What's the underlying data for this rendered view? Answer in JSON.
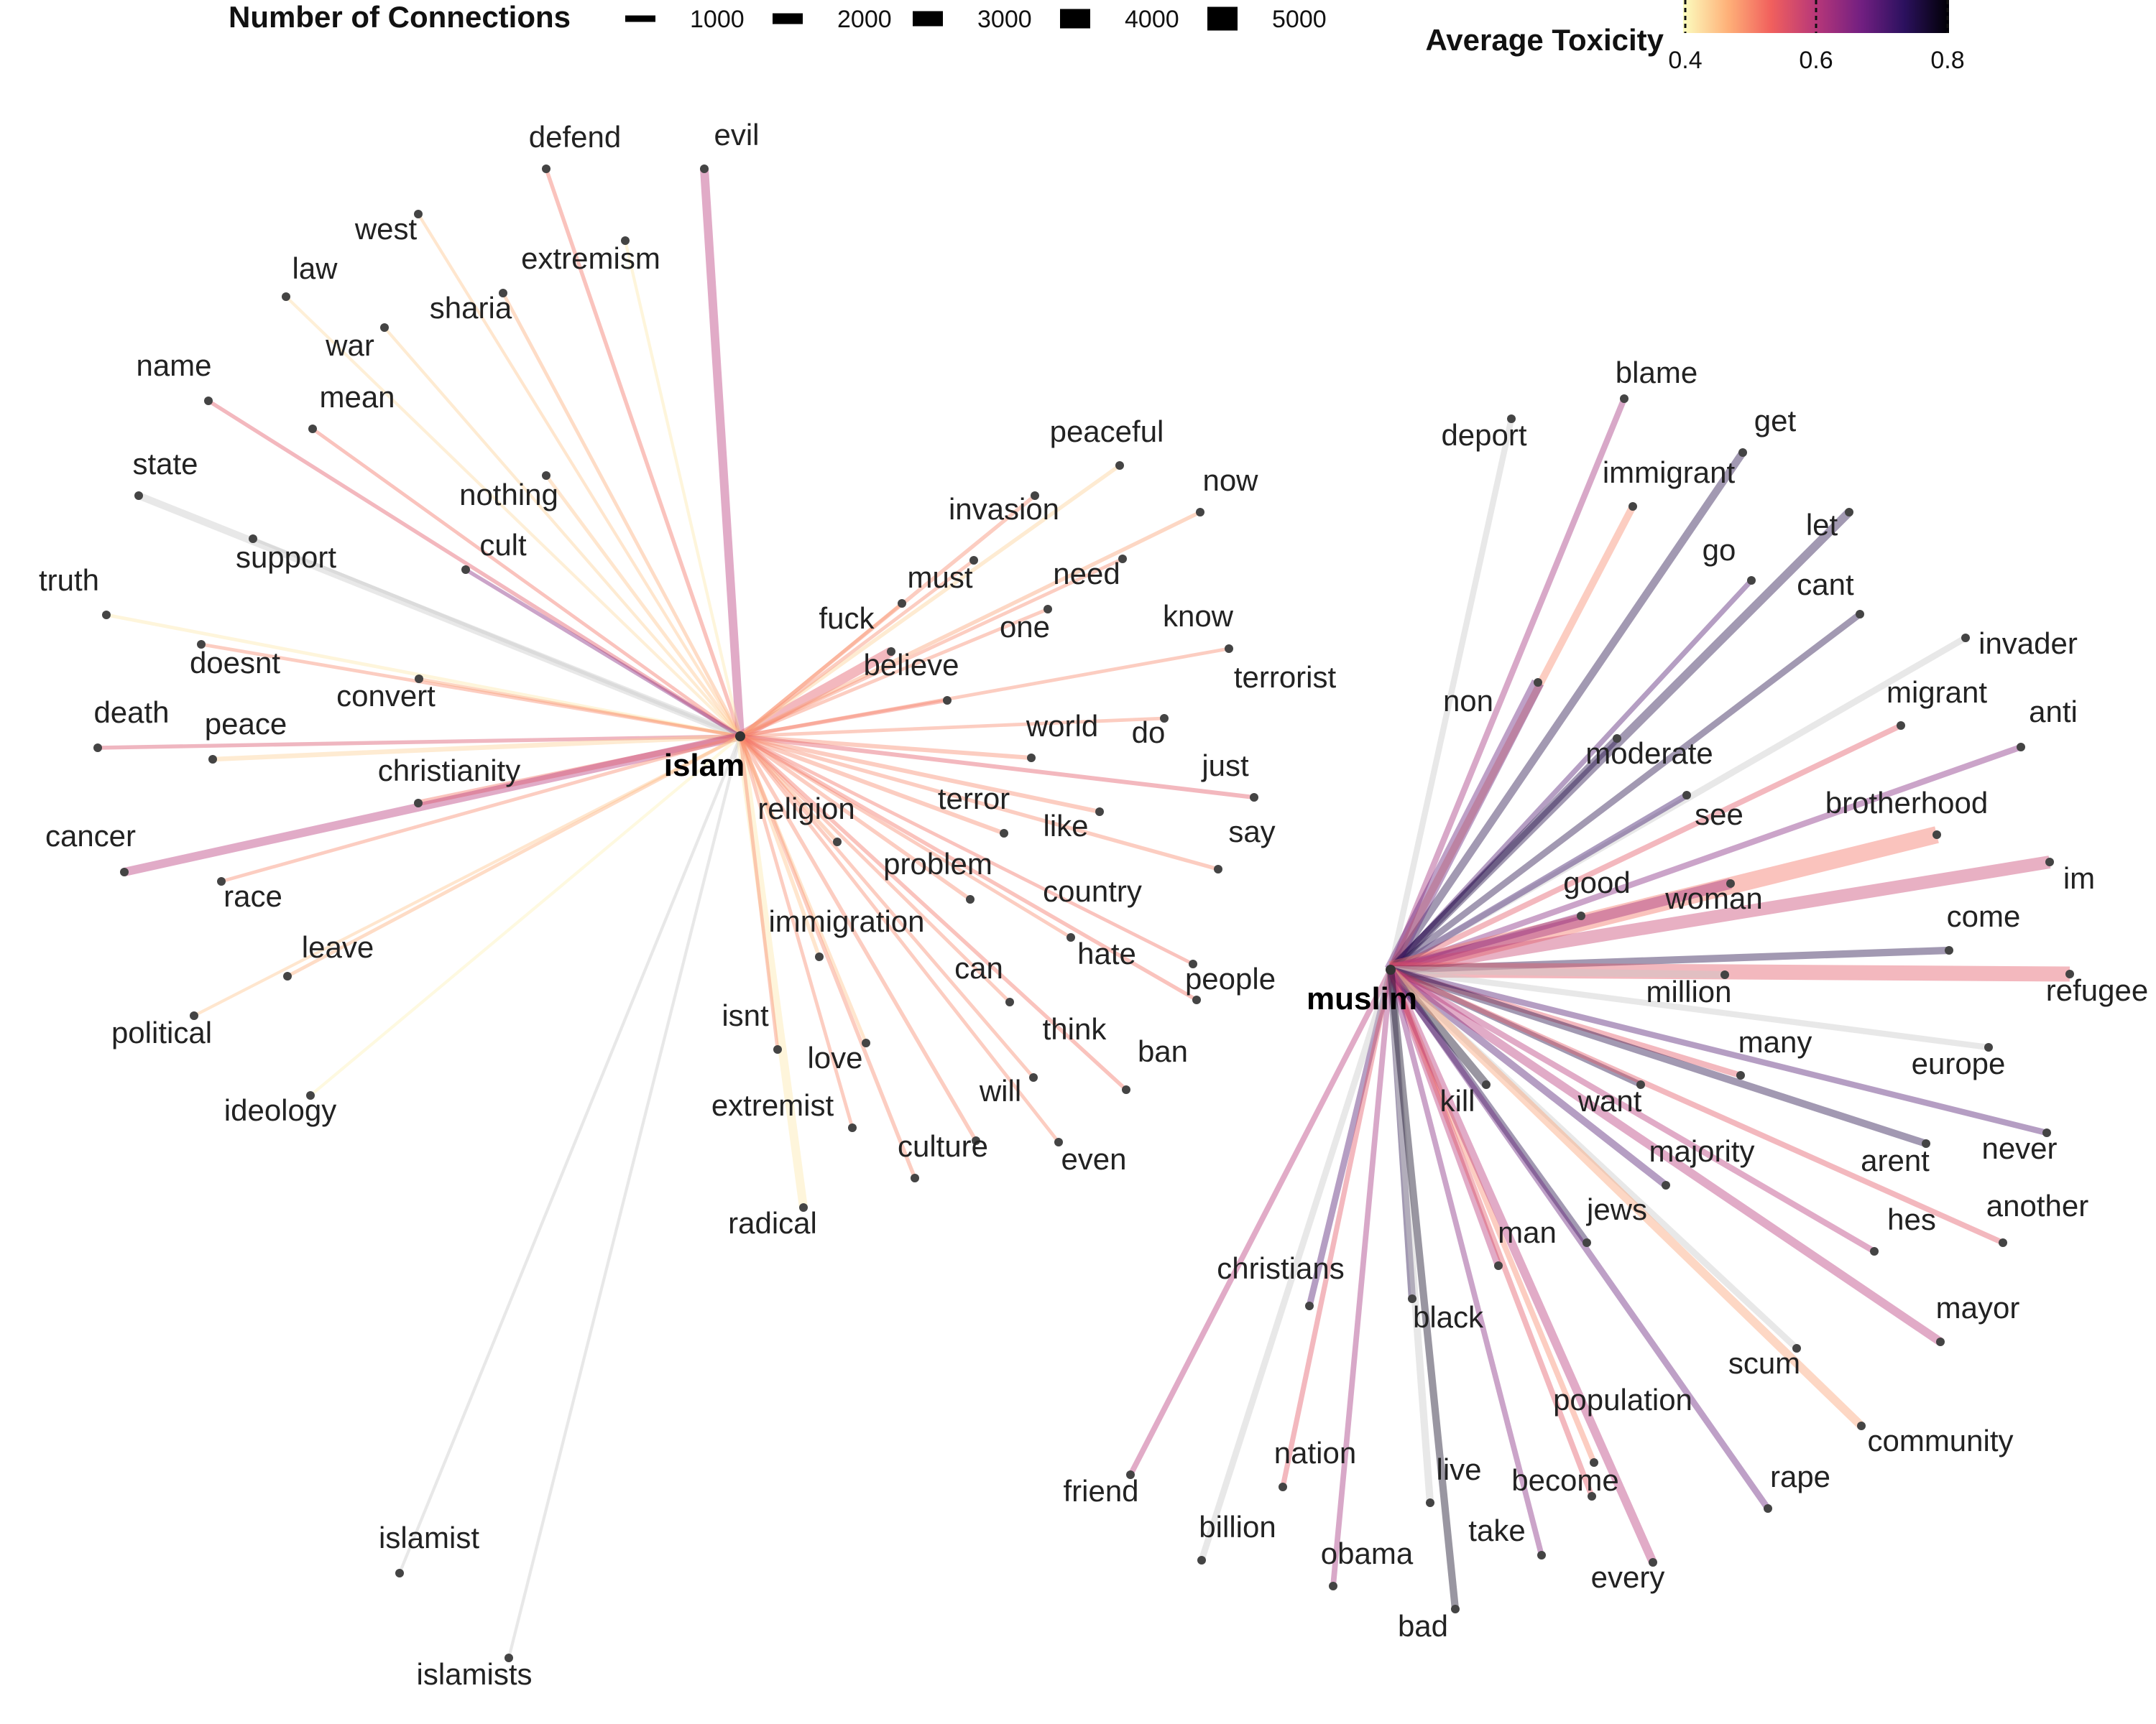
{
  "legend": {
    "connections": {
      "title": "Number of Connections",
      "items": [
        {
          "label": "1000",
          "value": 1000
        },
        {
          "label": "2000",
          "value": 2000
        },
        {
          "label": "3000",
          "value": 3000
        },
        {
          "label": "4000",
          "value": 4000
        },
        {
          "label": "5000",
          "value": 5000
        }
      ]
    },
    "toxicity": {
      "title": "Average Toxicity",
      "min": 0.4,
      "max": 0.8,
      "ticks": [
        "0.4",
        "0.6",
        "0.8"
      ],
      "colors": [
        "#fcfdbf",
        "#feb078",
        "#f1605d",
        "#b73779",
        "#721f81",
        "#2c115f",
        "#000004"
      ]
    }
  },
  "hubs": [
    {
      "id": "islam",
      "label": "islam"
    },
    {
      "id": "muslim",
      "label": "muslim"
    }
  ],
  "words": [
    {
      "label": "defend",
      "hub": "islam",
      "n": 400,
      "tox": 0.52
    },
    {
      "label": "evil",
      "hub": "islam",
      "n": 1500,
      "tox": 0.6
    },
    {
      "label": "west",
      "hub": "islam",
      "n": 200,
      "tox": 0.45
    },
    {
      "label": "extremism",
      "hub": "islam",
      "n": 200,
      "tox": 0.42
    },
    {
      "label": "law",
      "hub": "islam",
      "n": 200,
      "tox": 0.43
    },
    {
      "label": "sharia",
      "hub": "islam",
      "n": 300,
      "tox": 0.47
    },
    {
      "label": "war",
      "hub": "islam",
      "n": 200,
      "tox": 0.44
    },
    {
      "label": "name",
      "hub": "islam",
      "n": 400,
      "tox": 0.55
    },
    {
      "label": "mean",
      "hub": "islam",
      "n": 300,
      "tox": 0.52
    },
    {
      "label": "nothing",
      "hub": "islam",
      "n": 300,
      "tox": 0.45
    },
    {
      "label": "state",
      "hub": "islam",
      "n": 1200,
      "tox": 0.35
    },
    {
      "label": "cult",
      "hub": "islam",
      "n": 400,
      "tox": 0.65
    },
    {
      "label": "support",
      "hub": "islam",
      "n": 300,
      "tox": 0.4
    },
    {
      "label": "truth",
      "hub": "islam",
      "n": 300,
      "tox": 0.42
    },
    {
      "label": "doesnt",
      "hub": "islam",
      "n": 300,
      "tox": 0.5
    },
    {
      "label": "convert",
      "hub": "islam",
      "n": 200,
      "tox": 0.48
    },
    {
      "label": "death",
      "hub": "islam",
      "n": 400,
      "tox": 0.56
    },
    {
      "label": "peace",
      "hub": "islam",
      "n": 600,
      "tox": 0.44
    },
    {
      "label": "christianity",
      "hub": "islam",
      "n": 900,
      "tox": 0.52
    },
    {
      "label": "cancer",
      "hub": "islam",
      "n": 1500,
      "tox": 0.6
    },
    {
      "label": "race",
      "hub": "islam",
      "n": 300,
      "tox": 0.5
    },
    {
      "label": "leave",
      "hub": "islam",
      "n": 300,
      "tox": 0.47
    },
    {
      "label": "political",
      "hub": "islam",
      "n": 200,
      "tox": 0.45
    },
    {
      "label": "ideology",
      "hub": "islam",
      "n": 200,
      "tox": 0.41
    },
    {
      "label": "islamist",
      "hub": "islam",
      "n": 200,
      "tox": 0.4
    },
    {
      "label": "islamists",
      "hub": "islam",
      "n": 200,
      "tox": 0.4
    },
    {
      "label": "radical",
      "hub": "islam",
      "n": 1500,
      "tox": 0.42
    },
    {
      "label": "religion",
      "hub": "islam",
      "n": 400,
      "tox": 0.48
    },
    {
      "label": "fuck",
      "hub": "islam",
      "n": 1800,
      "tox": 0.55
    },
    {
      "label": "must",
      "hub": "islam",
      "n": 300,
      "tox": 0.48
    },
    {
      "label": "invasion",
      "hub": "islam",
      "n": 400,
      "tox": 0.5
    },
    {
      "label": "peaceful",
      "hub": "islam",
      "n": 400,
      "tox": 0.44
    },
    {
      "label": "now",
      "hub": "islam",
      "n": 400,
      "tox": 0.48
    },
    {
      "label": "need",
      "hub": "islam",
      "n": 300,
      "tox": 0.5
    },
    {
      "label": "one",
      "hub": "islam",
      "n": 300,
      "tox": 0.5
    },
    {
      "label": "know",
      "hub": "islam",
      "n": 300,
      "tox": 0.5
    },
    {
      "label": "believe",
      "hub": "islam",
      "n": 400,
      "tox": 0.52
    },
    {
      "label": "terrorist",
      "hub": "islam",
      "n": 300,
      "tox": 0.5
    },
    {
      "label": "world",
      "hub": "islam",
      "n": 500,
      "tox": 0.5
    },
    {
      "label": "do",
      "hub": "islam",
      "n": 300,
      "tox": 0.5
    },
    {
      "label": "just",
      "hub": "islam",
      "n": 500,
      "tox": 0.55
    },
    {
      "label": "terror",
      "hub": "islam",
      "n": 500,
      "tox": 0.5
    },
    {
      "label": "like",
      "hub": "islam",
      "n": 500,
      "tox": 0.5
    },
    {
      "label": "say",
      "hub": "islam",
      "n": 400,
      "tox": 0.5
    },
    {
      "label": "problem",
      "hub": "islam",
      "n": 400,
      "tox": 0.5
    },
    {
      "label": "country",
      "hub": "islam",
      "n": 300,
      "tox": 0.5
    },
    {
      "label": "immigration",
      "hub": "islam",
      "n": 400,
      "tox": 0.45
    },
    {
      "label": "hate",
      "hub": "islam",
      "n": 300,
      "tox": 0.52
    },
    {
      "label": "can",
      "hub": "islam",
      "n": 300,
      "tox": 0.5
    },
    {
      "label": "people",
      "hub": "islam",
      "n": 400,
      "tox": 0.52
    },
    {
      "label": "isnt",
      "hub": "islam",
      "n": 300,
      "tox": 0.5
    },
    {
      "label": "think",
      "hub": "islam",
      "n": 300,
      "tox": 0.5
    },
    {
      "label": "love",
      "hub": "islam",
      "n": 300,
      "tox": 0.45
    },
    {
      "label": "ban",
      "hub": "islam",
      "n": 400,
      "tox": 0.52
    },
    {
      "label": "will",
      "hub": "islam",
      "n": 400,
      "tox": 0.5
    },
    {
      "label": "extremist",
      "hub": "islam",
      "n": 300,
      "tox": 0.5
    },
    {
      "label": "culture",
      "hub": "islam",
      "n": 400,
      "tox": 0.5
    },
    {
      "label": "even",
      "hub": "islam",
      "n": 300,
      "tox": 0.5
    },
    {
      "label": "deport",
      "hub": "muslim",
      "n": 900,
      "tox": 0.35
    },
    {
      "label": "blame",
      "hub": "muslim",
      "n": 900,
      "tox": 0.62
    },
    {
      "label": "get",
      "hub": "muslim",
      "n": 1300,
      "tox": 0.75
    },
    {
      "label": "immigrant",
      "hub": "muslim",
      "n": 1200,
      "tox": 0.5
    },
    {
      "label": "go",
      "hub": "muslim",
      "n": 700,
      "tox": 0.7
    },
    {
      "label": "let",
      "hub": "muslim",
      "n": 1500,
      "tox": 0.75
    },
    {
      "label": "cant",
      "hub": "muslim",
      "n": 1000,
      "tox": 0.75
    },
    {
      "label": "non",
      "hub": "muslim",
      "n": 2500,
      "tox": 0.68
    },
    {
      "label": "invader",
      "hub": "muslim",
      "n": 1000,
      "tox": 0.35
    },
    {
      "label": "migrant",
      "hub": "muslim",
      "n": 800,
      "tox": 0.55
    },
    {
      "label": "anti",
      "hub": "muslim",
      "n": 900,
      "tox": 0.65
    },
    {
      "label": "moderate",
      "hub": "muslim",
      "n": 1200,
      "tox": 0.75
    },
    {
      "label": "see",
      "hub": "muslim",
      "n": 1000,
      "tox": 0.72
    },
    {
      "label": "brotherhood",
      "hub": "muslim",
      "n": 3500,
      "tox": 0.52
    },
    {
      "label": "good",
      "hub": "muslim",
      "n": 1000,
      "tox": 0.65
    },
    {
      "label": "woman",
      "hub": "muslim",
      "n": 2000,
      "tox": 0.62
    },
    {
      "label": "im",
      "hub": "muslim",
      "n": 2500,
      "tox": 0.58
    },
    {
      "label": "come",
      "hub": "muslim",
      "n": 1200,
      "tox": 0.75
    },
    {
      "label": "refugee",
      "hub": "muslim",
      "n": 3000,
      "tox": 0.55
    },
    {
      "label": "million",
      "hub": "muslim",
      "n": 1200,
      "tox": 0.35
    },
    {
      "label": "many",
      "hub": "muslim",
      "n": 900,
      "tox": 0.55
    },
    {
      "label": "europe",
      "hub": "muslim",
      "n": 900,
      "tox": 0.35
    },
    {
      "label": "want",
      "hub": "muslim",
      "n": 900,
      "tox": 0.75
    },
    {
      "label": "never",
      "hub": "muslim",
      "n": 900,
      "tox": 0.7
    },
    {
      "label": "arent",
      "hub": "muslim",
      "n": 1200,
      "tox": 0.75
    },
    {
      "label": "majority",
      "hub": "muslim",
      "n": 1200,
      "tox": 0.7
    },
    {
      "label": "kill",
      "hub": "muslim",
      "n": 1500,
      "tox": 0.78
    },
    {
      "label": "jews",
      "hub": "muslim",
      "n": 1200,
      "tox": 0.75
    },
    {
      "label": "hes",
      "hub": "muslim",
      "n": 900,
      "tox": 0.6
    },
    {
      "label": "another",
      "hub": "muslim",
      "n": 800,
      "tox": 0.55
    },
    {
      "label": "man",
      "hub": "muslim",
      "n": 1200,
      "tox": 0.6
    },
    {
      "label": "christians",
      "hub": "muslim",
      "n": 1000,
      "tox": 0.7
    },
    {
      "label": "black",
      "hub": "muslim",
      "n": 1200,
      "tox": 0.75
    },
    {
      "label": "mayor",
      "hub": "muslim",
      "n": 1500,
      "tox": 0.6
    },
    {
      "label": "scum",
      "hub": "muslim",
      "n": 1000,
      "tox": 0.35
    },
    {
      "label": "population",
      "hub": "muslim",
      "n": 800,
      "tox": 0.5
    },
    {
      "label": "community",
      "hub": "muslim",
      "n": 1500,
      "tox": 0.48
    },
    {
      "label": "friend",
      "hub": "muslim",
      "n": 800,
      "tox": 0.6
    },
    {
      "label": "nation",
      "hub": "muslim",
      "n": 700,
      "tox": 0.55
    },
    {
      "label": "live",
      "hub": "muslim",
      "n": 1200,
      "tox": 0.35
    },
    {
      "label": "become",
      "hub": "muslim",
      "n": 800,
      "tox": 0.55
    },
    {
      "label": "rape",
      "hub": "muslim",
      "n": 1000,
      "tox": 0.68
    },
    {
      "label": "billion",
      "hub": "muslim",
      "n": 1000,
      "tox": 0.35
    },
    {
      "label": "take",
      "hub": "muslim",
      "n": 800,
      "tox": 0.65
    },
    {
      "label": "obama",
      "hub": "muslim",
      "n": 800,
      "tox": 0.62
    },
    {
      "label": "every",
      "hub": "muslim",
      "n": 1500,
      "tox": 0.6
    },
    {
      "label": "bad",
      "hub": "muslim",
      "n": 1200,
      "tox": 0.78
    }
  ]
}
